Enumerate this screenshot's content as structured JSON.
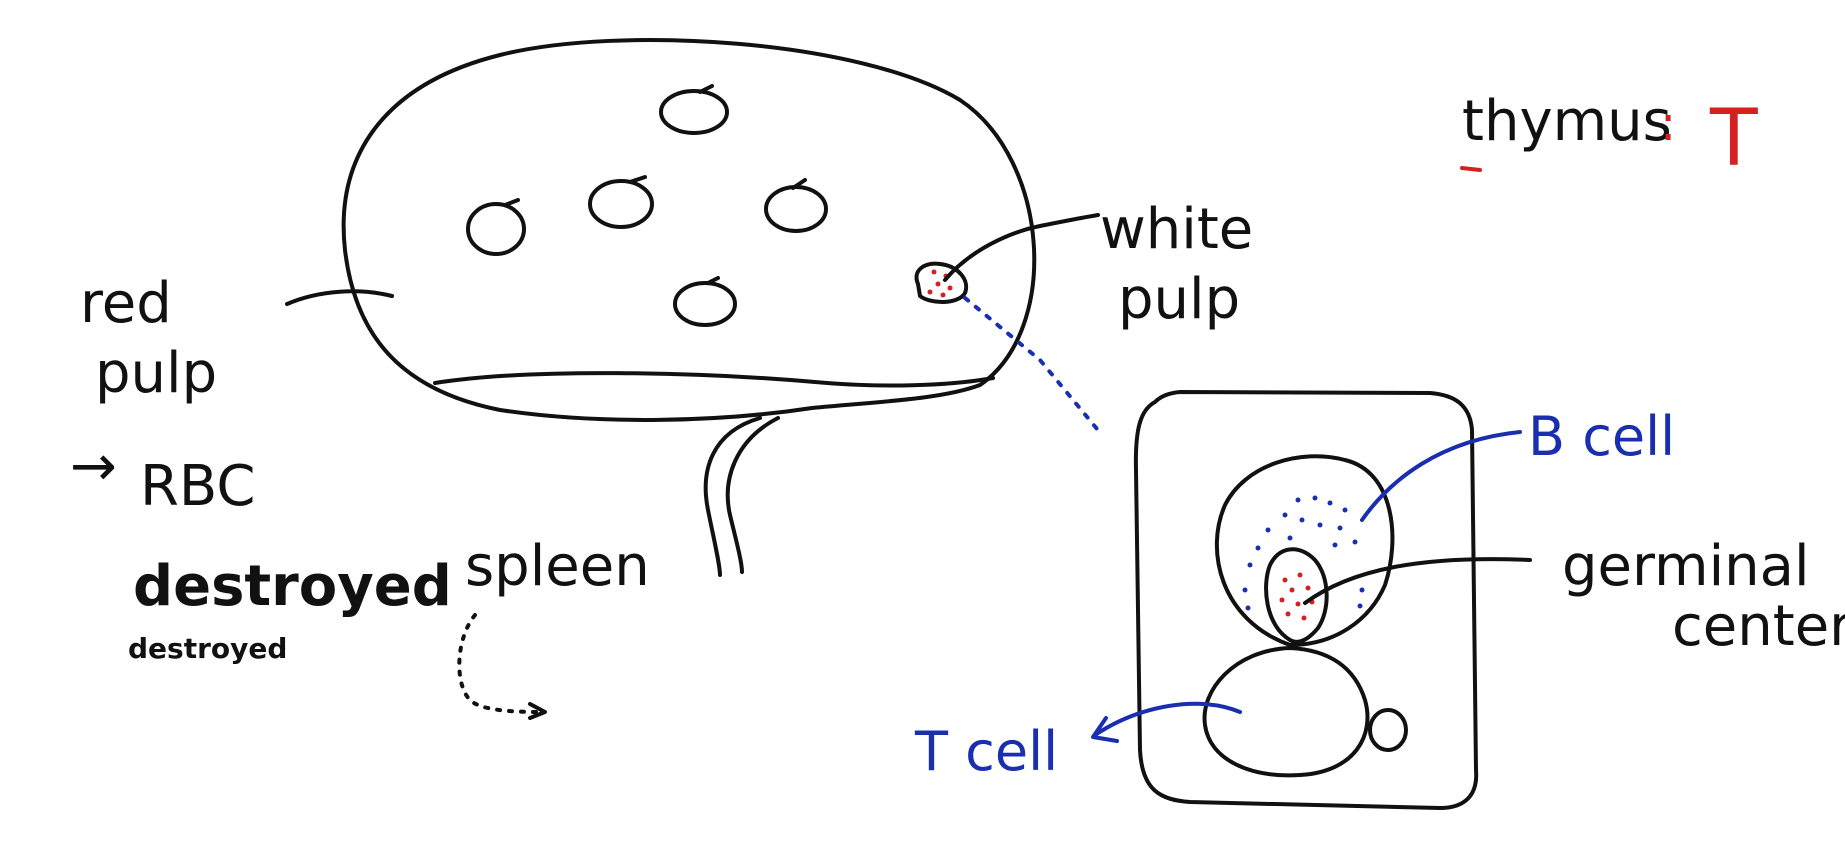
{
  "colors": {
    "ink": "#111111",
    "blue": "#1a2fb0",
    "red": "#d61f1f"
  },
  "labels": {
    "thymus": "thymus",
    "thymus_sep": ":",
    "thymus_T": "T",
    "white": "white",
    "pulp_white": "pulp",
    "red": "red",
    "pulp_red": "pulp",
    "arrow_rbc": "→",
    "rbc": "RBC",
    "destroyed_hand": "destroyed",
    "destroyed_typed": "destroyed",
    "spleen": "spleen",
    "b_cell": "B cell",
    "germinal": "germinal",
    "center": "center",
    "t_cell": "T cell"
  }
}
